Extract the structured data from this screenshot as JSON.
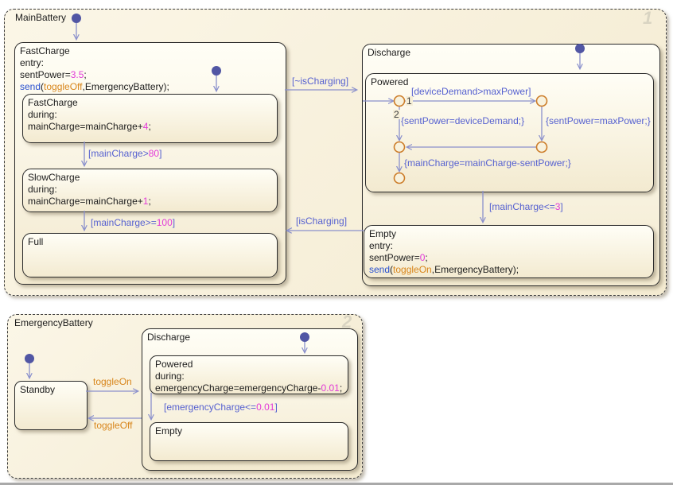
{
  "colors": {
    "state_fill_top": "#fffef6",
    "state_fill_bottom": "#f3ead0",
    "transition_line": "#8a90cc",
    "label_blue": "#5661d0",
    "number_magenta": "#e23ad8",
    "event_orange": "#d8861c",
    "keyword_blue": "#2850d0",
    "junction_orange": "#cc7c28",
    "default_dot": "#5156a4",
    "order_badge_gray": "#d9d4c2"
  },
  "main_battery": {
    "title": "MainBattery",
    "order_badge": "1",
    "fast_charge": {
      "title": "FastCharge",
      "entry_kw": "entry:",
      "set_power_pre": "sentPower=",
      "set_power_num": "3.5",
      "semi": ";",
      "send_kw": "send",
      "paren": "(",
      "send_event": "toggleOff",
      "send_rest": ",EmergencyBattery);",
      "sub_fast_charge": {
        "title": "FastCharge",
        "during_kw": "during:",
        "code_pre": "mainCharge=mainCharge+",
        "code_num": "4",
        "semi": ";"
      },
      "sub_slow_charge": {
        "title": "SlowCharge",
        "during_kw": "during:",
        "code_pre": "mainCharge=mainCharge+",
        "code_num": "1",
        "semi": ";"
      },
      "sub_full": {
        "title": "Full"
      }
    },
    "discharge": {
      "title": "Discharge",
      "powered": {
        "title": "Powered",
        "junction1_order": "1",
        "junction2_order": "2",
        "cond_device_demand": "[deviceDemand>maxPower]",
        "act_sent_device": "{sentPower=deviceDemand;}",
        "act_sent_max": "{sentPower=maxPower;}",
        "act_main_charge": "{mainCharge=mainCharge-sentPower;}"
      },
      "empty": {
        "title": "Empty",
        "entry_kw": "entry:",
        "set_power_pre": "sentPower=",
        "set_power_num": "0",
        "semi": ";",
        "send_kw": "send",
        "paren": "(",
        "send_event": "toggleOn",
        "send_rest": ",EmergencyBattery);"
      }
    },
    "transitions": {
      "not_charging": "[~isCharging]",
      "charging": "[isCharging]",
      "main_gt_80_pre": "[mainCharge>",
      "main_gt_80_num": "80",
      "main_ge_100_pre": "[mainCharge>=",
      "main_ge_100_num": "100",
      "main_le_3_pre": "[mainCharge<=",
      "main_le_3_num": "3",
      "bracket_close": "]"
    }
  },
  "emergency_battery": {
    "title": "EmergencyBattery",
    "order_badge": "2",
    "standby": {
      "title": "Standby"
    },
    "toggle_on": "toggleOn",
    "toggle_off": "toggleOff",
    "discharge": {
      "title": "Discharge",
      "powered": {
        "title": "Powered",
        "during_kw": "during:",
        "code_pre": "emergencyCharge=emergencyCharge-",
        "code_num": "0.01",
        "semi": ";"
      },
      "empty": {
        "title": "Empty"
      },
      "cond_pre": "[emergencyCharge<=",
      "cond_num": "0.01",
      "bracket_close": "]"
    }
  }
}
